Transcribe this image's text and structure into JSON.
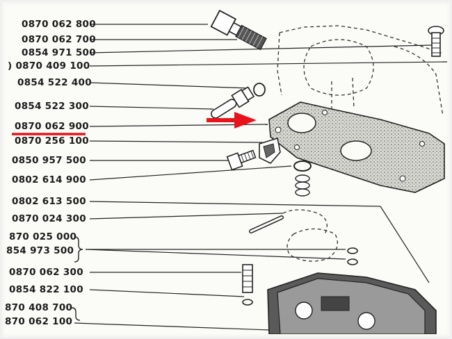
{
  "parts": [
    {
      "id": "p1",
      "text": "0870 062 800"
    },
    {
      "id": "p2",
      "text": "0870 062 700"
    },
    {
      "id": "p3",
      "text": "0854 971 500"
    },
    {
      "id": "p4",
      "text": ") 0870 409 100"
    },
    {
      "id": "p5",
      "text": "0854 522 400"
    },
    {
      "id": "p6",
      "text": "0854 522 300"
    },
    {
      "id": "p7",
      "text": "0870 062 900"
    },
    {
      "id": "p8",
      "text": "0870 256 100"
    },
    {
      "id": "p9",
      "text": "0850 957 500"
    },
    {
      "id": "p10",
      "text": "0802 614 900"
    },
    {
      "id": "p11",
      "text": "0802 613 500"
    },
    {
      "id": "p12",
      "text": "0870 024 300"
    },
    {
      "id": "p13",
      "text": "870 025 000"
    },
    {
      "id": "p14",
      "text": "854 973 500"
    },
    {
      "id": "p15",
      "text": "0870 062 300"
    },
    {
      "id": "p16",
      "text": "0854 822 100"
    },
    {
      "id": "p17",
      "text": "870 408 700"
    },
    {
      "id": "p18",
      "text": "870 062 100"
    }
  ],
  "highlight": {
    "part": "0870 062 900",
    "color": "#e8141c"
  }
}
